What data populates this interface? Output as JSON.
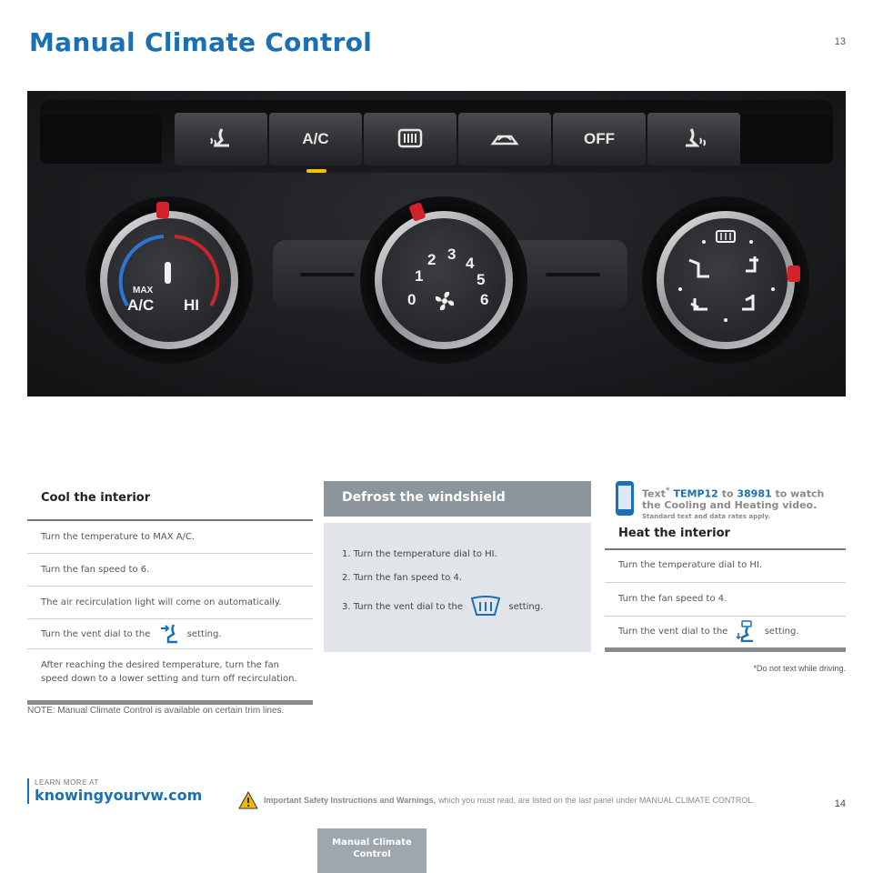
{
  "header": {
    "title": "Manual Climate Control",
    "page_top": "13"
  },
  "panel": {
    "buttons": [
      {
        "kind": "icon",
        "icon": "seat-heat-left-icon"
      },
      {
        "kind": "text",
        "label": "A/C"
      },
      {
        "kind": "icon",
        "icon": "rear-defrost-icon"
      },
      {
        "kind": "icon",
        "icon": "recirculation-icon"
      },
      {
        "kind": "text",
        "label": "OFF"
      },
      {
        "kind": "icon",
        "icon": "seat-heat-right-icon"
      }
    ],
    "temp_dial": {
      "max": "MAX",
      "ac": "A/C",
      "hi": "HI"
    },
    "fan_dial": {
      "speeds": [
        "0",
        "1",
        "2",
        "3",
        "4",
        "5",
        "6"
      ]
    }
  },
  "cool": {
    "heading": "Cool the interior",
    "items": [
      "Turn the temperature to MAX A/C.",
      "Turn the fan speed to 6.",
      "The air recirculation light will come on automatically.",
      "After reaching the desired temperature, turn the fan speed down to a lower setting and turn off recirculation."
    ],
    "vent_before": "Turn the vent dial to the",
    "vent_after": "setting."
  },
  "defrost": {
    "heading": "Defrost the windshield",
    "item1": "1.  Turn the temperature dial to HI.",
    "item2": "2.  Turn the fan speed to 4.",
    "item3_before": "3.  Turn the vent dial to the",
    "item3_after": "setting."
  },
  "promo": {
    "prefix": "Text",
    "star": "*",
    "code": "TEMP12",
    "to": "to",
    "number": "38981",
    "suffix": "to watch",
    "line2": "the Cooling and Heating video.",
    "small": "Standard text and data rates apply."
  },
  "heat": {
    "heading": "Heat the interior",
    "item1": "Turn the temperature dial to HI.",
    "item2": "Turn the fan speed to 4.",
    "vent_before": "Turn the vent dial to the",
    "vent_after": "setting."
  },
  "note": "NOTE: Manual Climate Control is available on certain trim lines.",
  "nodrive": "*Do not text while driving.",
  "footer": {
    "learn": "LEARN MORE AT",
    "url": "knowingyourvw.com",
    "safety_bold": "Important Safety Instructions and Warnings,",
    "safety_rest": "which you must read, are listed on the last panel under MANUAL CLIMATE CONTROL.",
    "page_bottom": "14",
    "tab_label": "Manual Climate Control"
  }
}
